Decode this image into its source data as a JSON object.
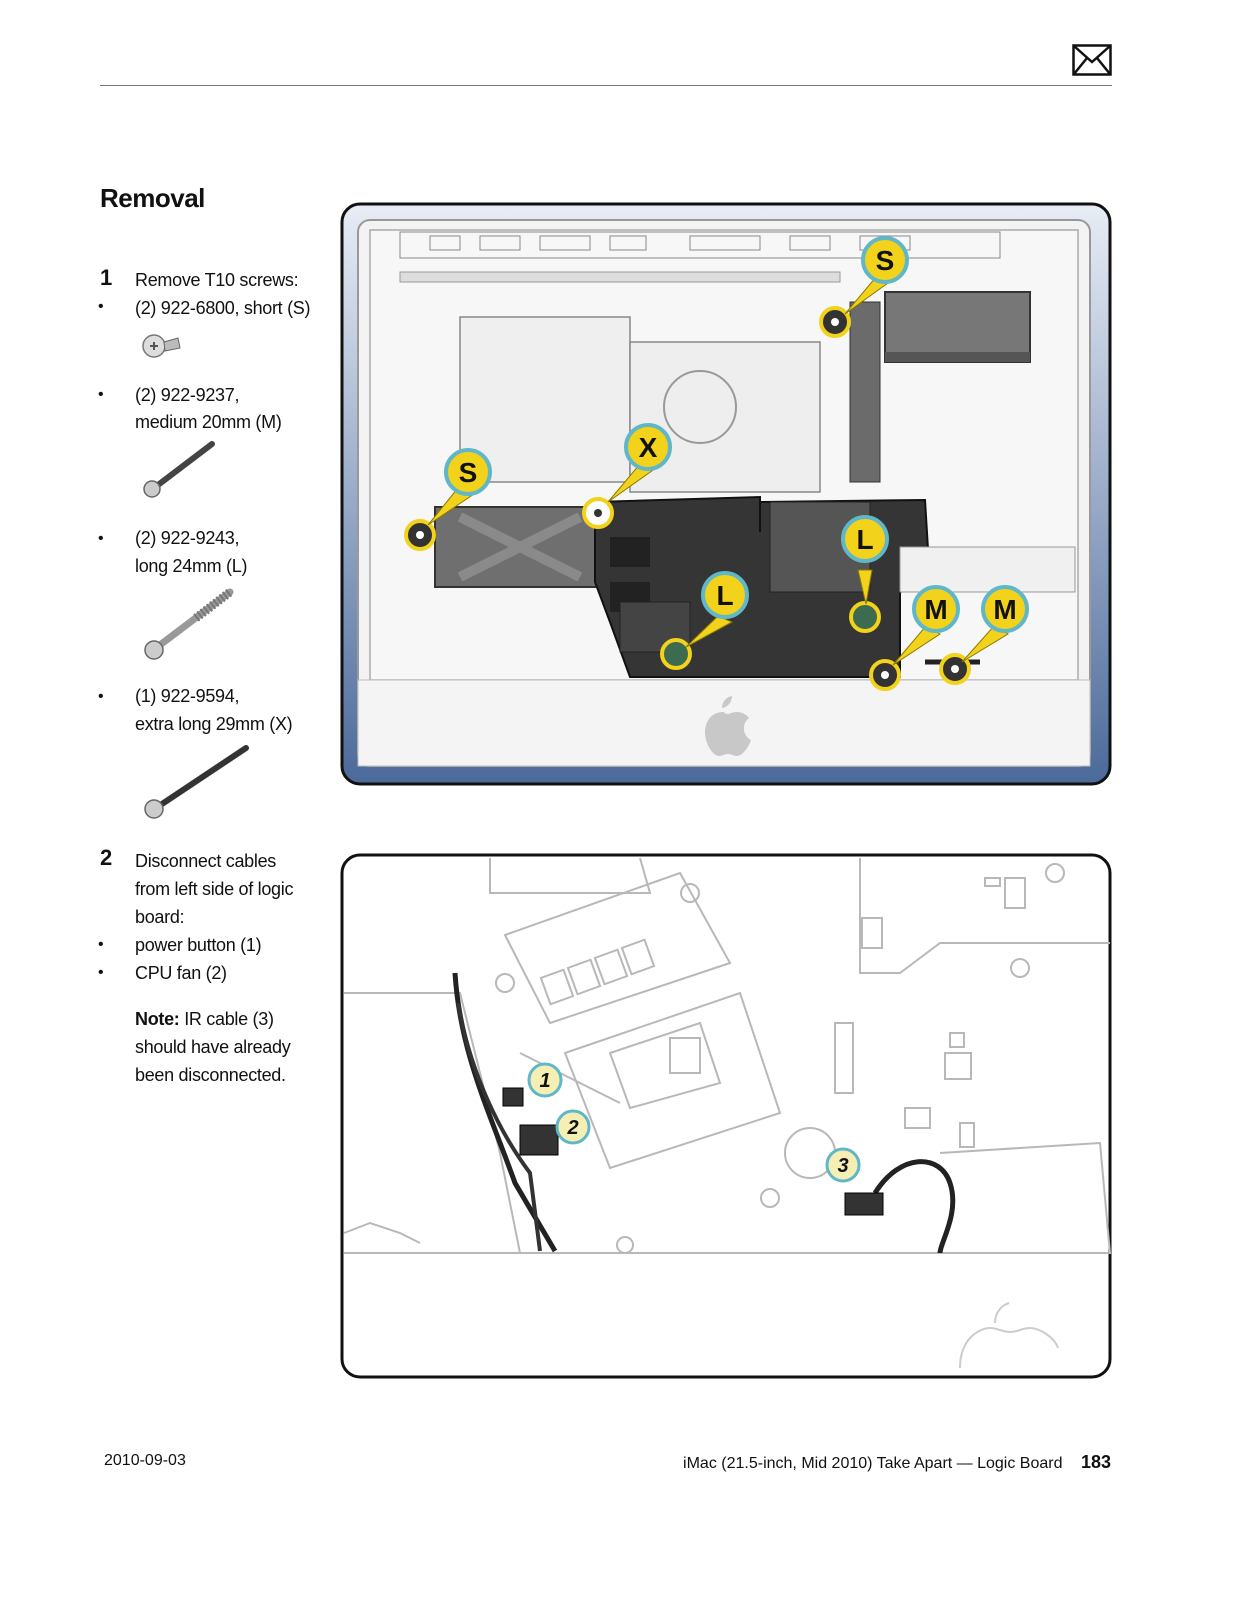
{
  "section_title": "Removal",
  "steps": [
    {
      "number": "1",
      "intro": "Remove T10 screws:",
      "screws": [
        {
          "line1": "(2) 922-6800, short (S)",
          "line2": ""
        },
        {
          "line1": "(2) 922-9237,",
          "line2": "medium 20mm (M)"
        },
        {
          "line1": "(2) 922-9243,",
          "line2": "long 24mm (L)"
        },
        {
          "line1": "(1) 922-9594,",
          "line2": "extra long 29mm (X)"
        }
      ]
    },
    {
      "number": "2",
      "intro_lines": [
        "Disconnect cables",
        "from left side of logic",
        "board:"
      ],
      "items": [
        "power button (1)",
        "CPU fan (2)"
      ],
      "note_label": "Note:",
      "note_lines": [
        "IR cable (3)",
        "should have already",
        "been disconnected."
      ]
    }
  ],
  "figure1": {
    "callouts": {
      "s": "S",
      "x": "X",
      "l": "L",
      "m": "M"
    }
  },
  "figure2": {
    "callouts": {
      "c1": "1",
      "c2": "2",
      "c3": "3"
    }
  },
  "footer": {
    "date": "2010-09-03",
    "doc_title": "iMac (21.5-inch, Mid 2010) Take Apart — Logic Board",
    "page_number": "183"
  },
  "icons": {
    "mail": "envelope-icon"
  },
  "colors": {
    "callout_yellow": "#f2d21a",
    "callout_ring": "#5fb7c9",
    "frame_blue": "#4b6a9a"
  }
}
